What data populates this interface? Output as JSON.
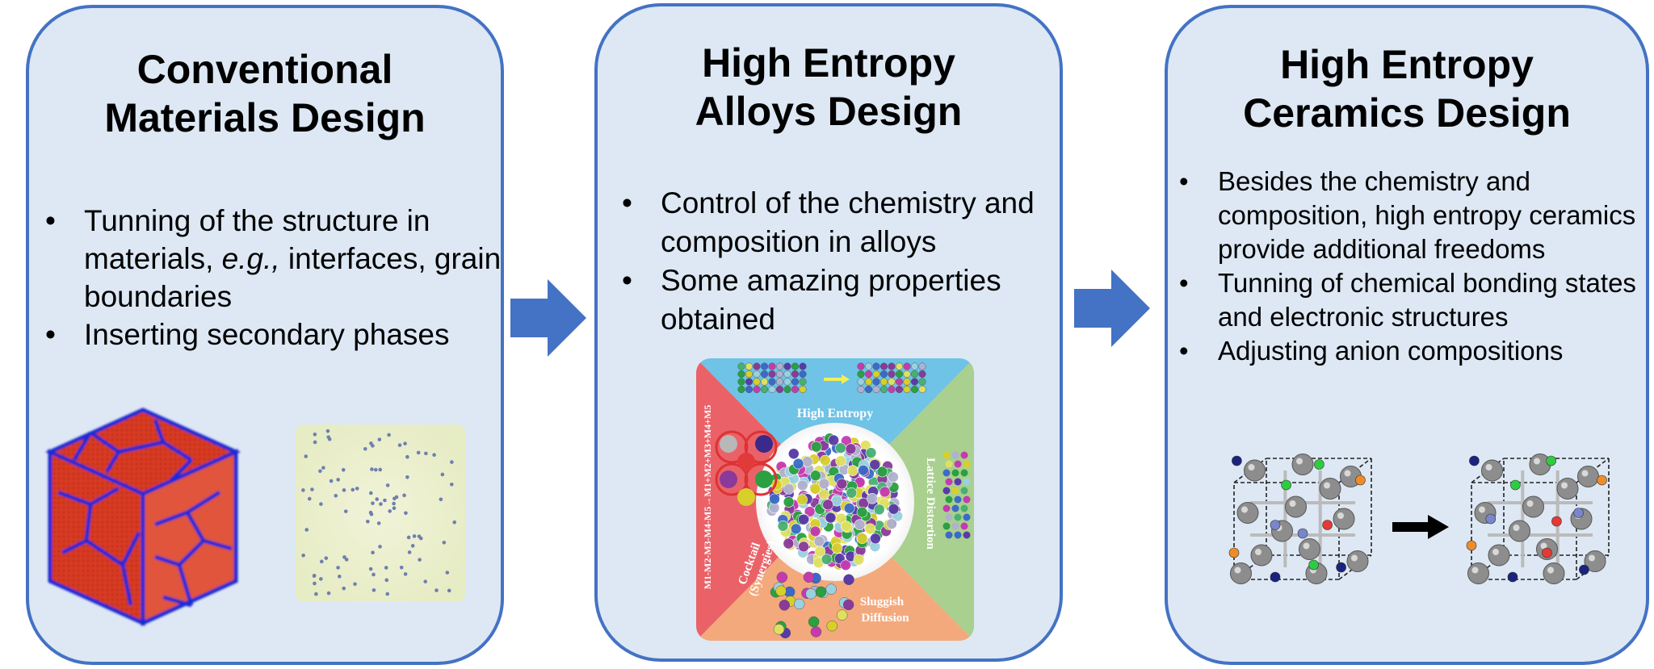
{
  "panels": [
    {
      "title_line1": "Conventional",
      "title_line2": "Materials Design",
      "bullets": [
        {
          "pre": "Tunning of the structure in materials, ",
          "em": "e.g.,",
          "post": " interfaces, grain boundaries"
        },
        {
          "pre": "Inserting secondary phases",
          "em": "",
          "post": ""
        }
      ]
    },
    {
      "title_line1": "High Entropy",
      "title_line2": "Alloys Design",
      "bullets": [
        {
          "text": "Control of the chemistry and composition in alloys"
        },
        {
          "text": "Some amazing properties obtained"
        }
      ],
      "figure": {
        "top_label": "High Entropy",
        "right_label": "Lattice Distortion",
        "bottom_label_1": "Sluggish",
        "bottom_label_2": "Diffusion",
        "left_label_1": "Cocktail",
        "left_label_2": "(Synergies)",
        "left_formula": "M1-M2-M3-M4-M5→M1+M2+M3+M4+M5",
        "colors": {
          "top": "#6ec3e6",
          "right": "#a9d08e",
          "bottom": "#f3a97c",
          "left": "#ea6268"
        }
      }
    },
    {
      "title_line1": "High Entropy",
      "title_line2": "Ceramics Design",
      "bullets": [
        {
          "text": "Besides the chemistry and composition, high entropy ceramics provide additional freedoms"
        },
        {
          "text": "Tunning of chemical bonding states and electronic structures"
        },
        {
          "text": "Adjusting anion compositions"
        }
      ]
    }
  ],
  "colors": {
    "panel_fill": "#dde8f4",
    "panel_border": "#4472c4",
    "arrow": "#4472c4"
  }
}
